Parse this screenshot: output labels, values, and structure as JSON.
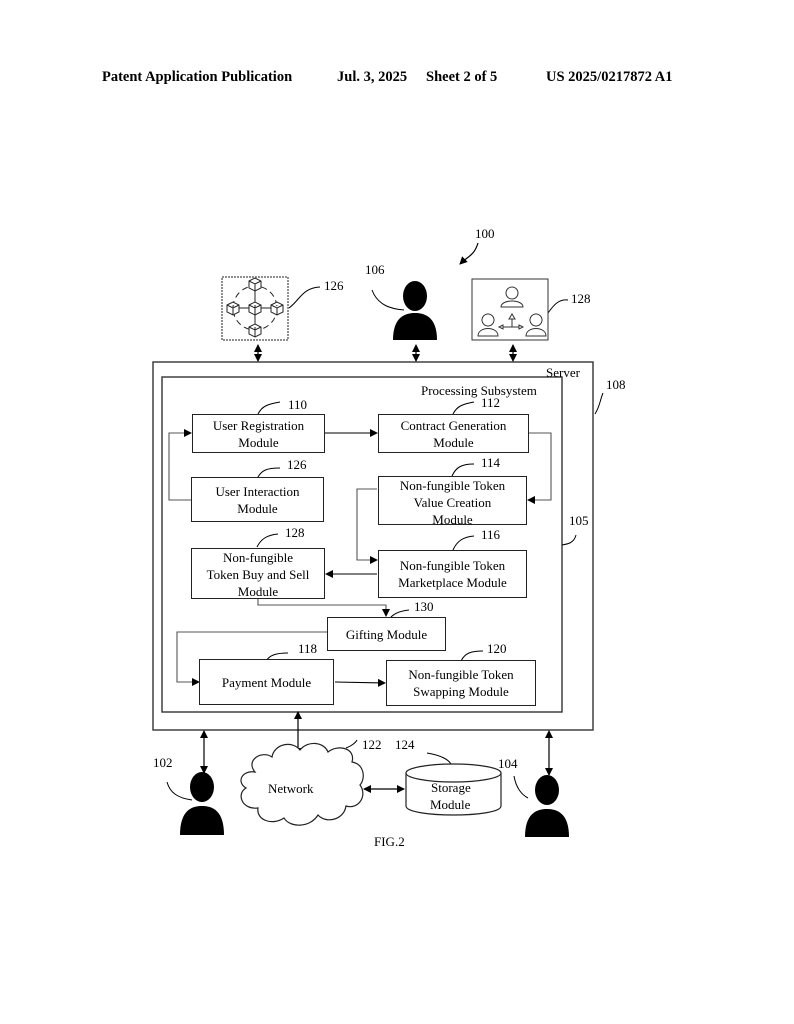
{
  "header": {
    "publication": "Patent Application Publication",
    "date": "Jul. 3, 2025",
    "sheet": "Sheet 2 of 5",
    "number": "US 2025/0217872 A1"
  },
  "figure": {
    "caption": "FIG.2",
    "system_ref": "100",
    "server": {
      "label": "Server",
      "ref": "108"
    },
    "processing_subsystem": {
      "label": "Processing Subsystem",
      "ref": "105"
    },
    "top_elements": {
      "blockchain": {
        "ref": "126",
        "icon": "blockchain-network-icon"
      },
      "user": {
        "ref": "106",
        "icon": "person-icon"
      },
      "peer_group": {
        "ref": "128",
        "icon": "peer-exchange-icon"
      }
    },
    "modules": {
      "user_registration": {
        "line1": "User Registration",
        "line2": "Module",
        "ref": "110"
      },
      "contract_generation": {
        "line1": "Contract Generation",
        "line2": "Module",
        "ref": "112"
      },
      "user_interaction": {
        "line1": "User Interaction",
        "line2": "Module",
        "ref": "126"
      },
      "nft_value_creation": {
        "line1": "Non-fungible Token",
        "line2": "Value Creation",
        "line3": "Module",
        "ref": "114"
      },
      "nft_buy_sell": {
        "line1": "Non-fungible",
        "line2": "Token Buy and Sell",
        "line3": "Module",
        "ref": "128"
      },
      "nft_marketplace": {
        "line1": "Non-fungible Token",
        "line2": "Marketplace Module",
        "ref": "116"
      },
      "gifting": {
        "line1": "Gifting Module",
        "ref": "130"
      },
      "payment": {
        "line1": "Payment Module",
        "ref": "118"
      },
      "nft_swapping": {
        "line1": "Non-fungible Token",
        "line2": "Swapping Module",
        "ref": "120"
      }
    },
    "bottom_elements": {
      "user_left": {
        "ref": "102"
      },
      "network": {
        "label": "Network",
        "ref": "122"
      },
      "storage": {
        "line1": "Storage",
        "line2": "Module",
        "ref": "124"
      },
      "user_right": {
        "ref": "104"
      }
    }
  }
}
